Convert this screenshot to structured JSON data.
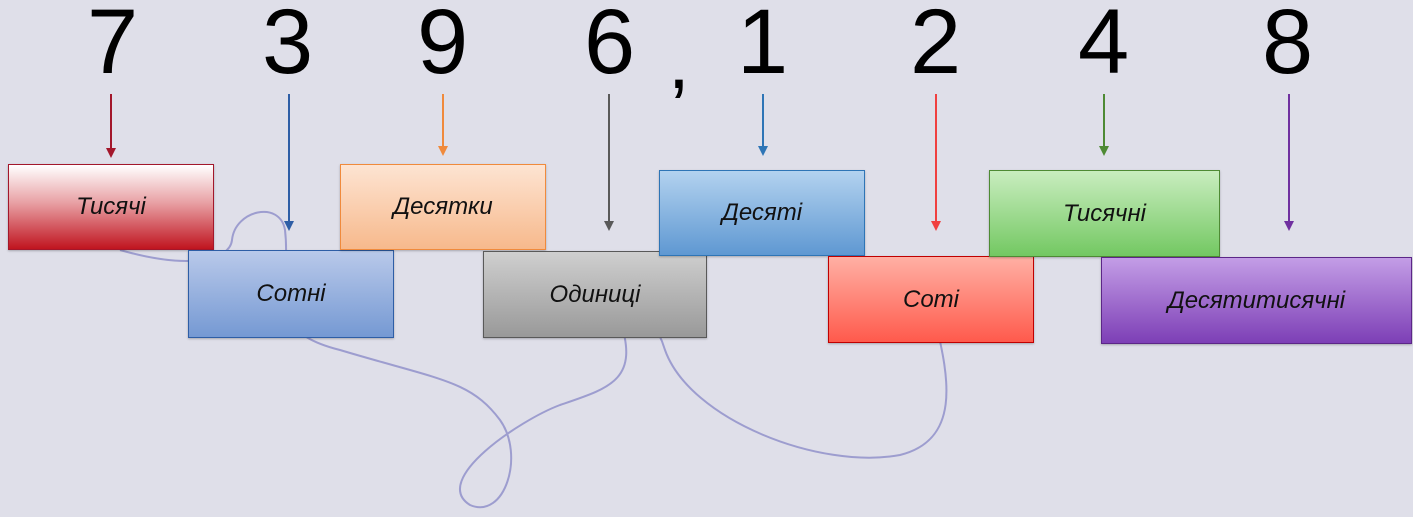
{
  "number": {
    "digits": [
      "7",
      "3",
      "9",
      "6",
      "1",
      "2",
      "4",
      "8"
    ],
    "separator": ","
  },
  "places": [
    {
      "label": "Тисячі",
      "color": "#c0141f",
      "arrow": "#a3172b"
    },
    {
      "label": "Сотні",
      "color": "#7f9fd6",
      "arrow": "#2e5ea6"
    },
    {
      "label": "Десятки",
      "color": "#f7c29a",
      "arrow": "#f08a3c"
    },
    {
      "label": "Одиниці",
      "color": "#a6a6a6",
      "arrow": "#595959"
    },
    {
      "label": "Десяті",
      "color": "#74a8da",
      "arrow": "#2e75b6"
    },
    {
      "label": "Соті",
      "color": "#ff6b5e",
      "arrow": "#f04040"
    },
    {
      "label": "Тисячні",
      "color": "#86d27a",
      "arrow": "#4e8a34"
    },
    {
      "label": "Десятитисячні",
      "color": "#9158c4",
      "arrow": "#7030a0"
    }
  ]
}
